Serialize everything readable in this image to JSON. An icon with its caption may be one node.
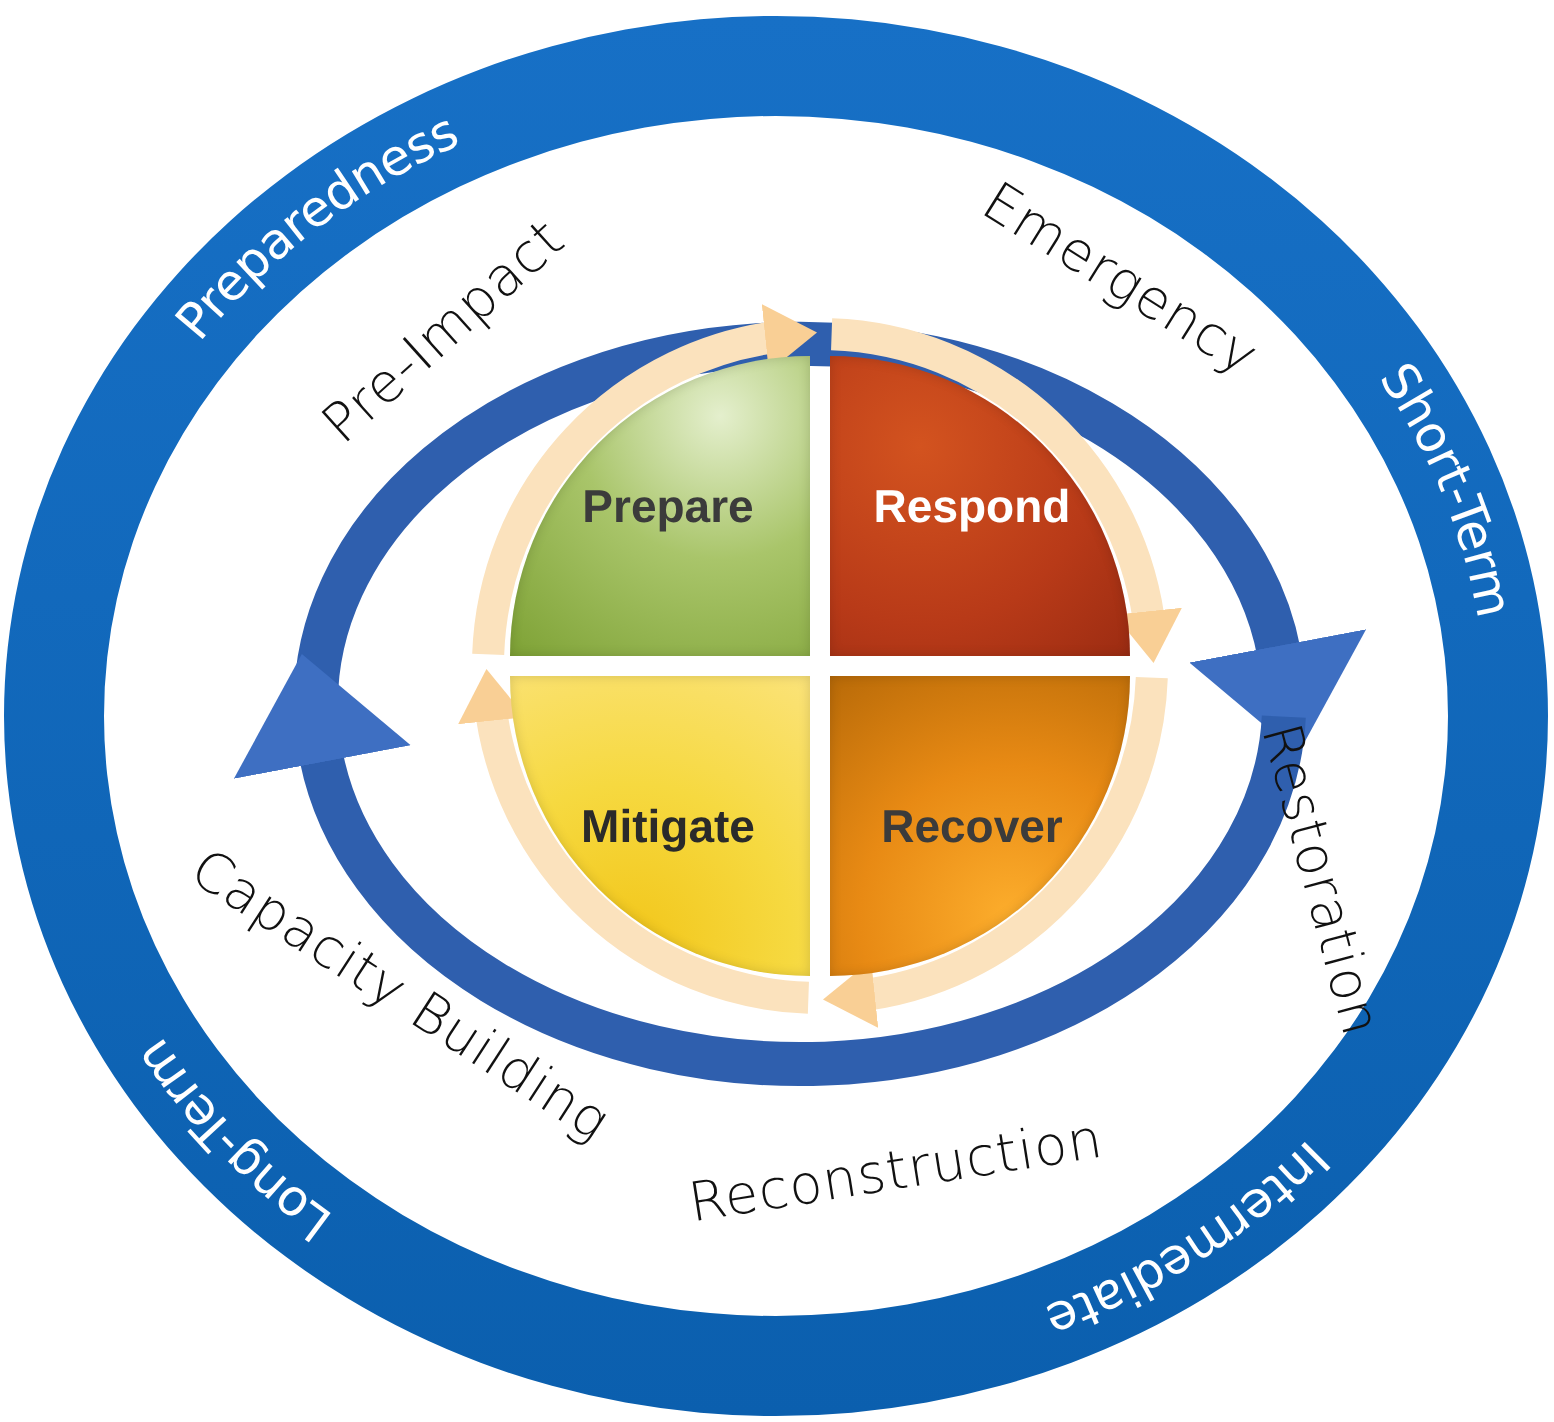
{
  "diagram": {
    "nodes": [
      {
        "text": [
          "Prepare"
        ]
      },
      {
        "text": [
          "Respond"
        ]
      },
      {
        "text": [
          "Recover"
        ]
      },
      {
        "text": [
          "Mitigate"
        ]
      }
    ],
    "edges": [
      {
        "from": 0,
        "to": 1,
        "arrow": "to"
      },
      {
        "from": 1,
        "to": 2,
        "arrow": "to"
      },
      {
        "from": 2,
        "to": 3,
        "arrow": "to"
      },
      {
        "from": 3,
        "to": 0,
        "arrow": "to"
      }
    ],
    "labels": [
      "Preparedness",
      "Pre-Impact",
      "Emergency",
      "Short-Term",
      "Restoration",
      "Capacity Building",
      "Reconstruction",
      "Intermediate",
      "Long-Term"
    ]
  }
}
